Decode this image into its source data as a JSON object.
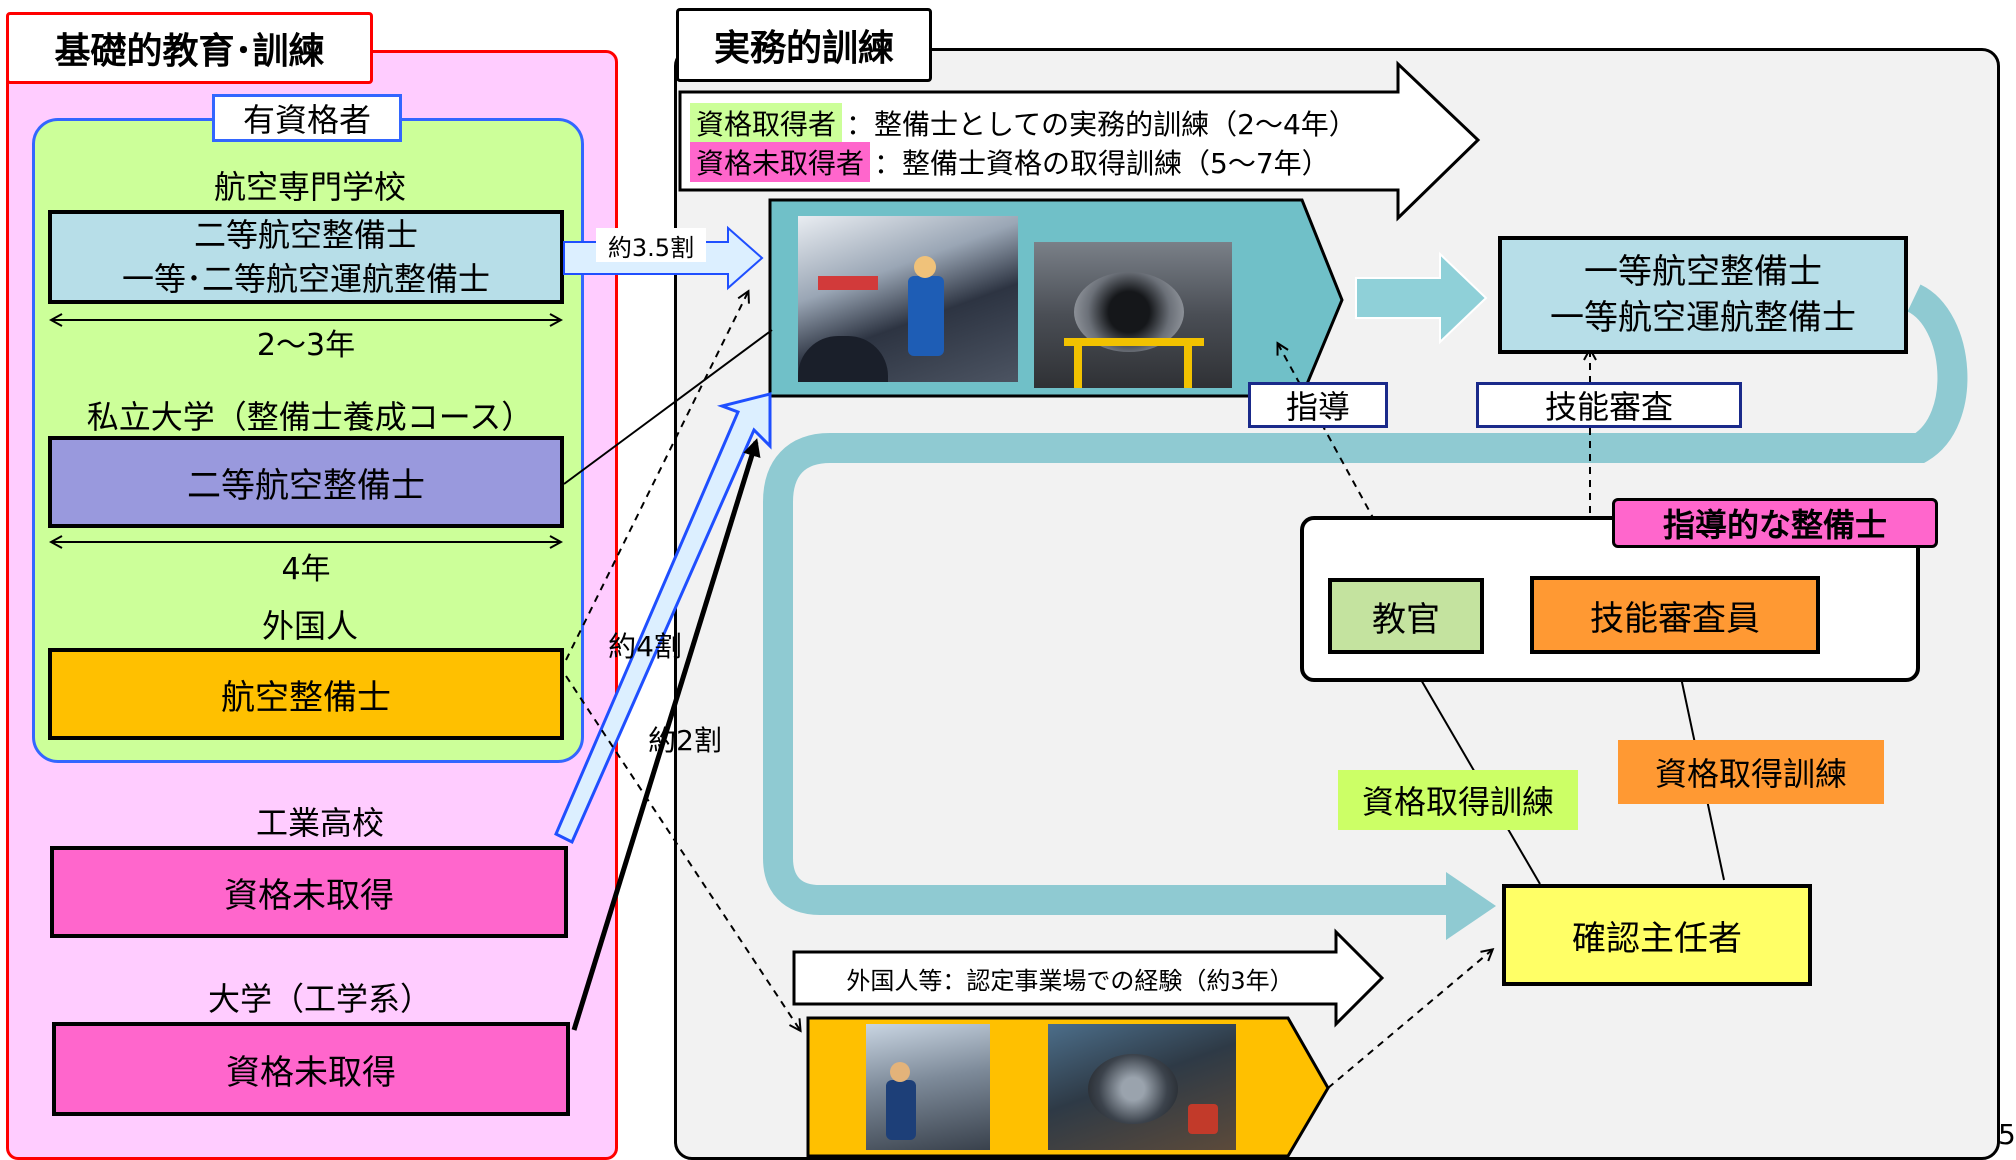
{
  "left_section": {
    "title": "基礎的教育･訓練",
    "qualified_label": "有資格者",
    "aviation_school": {
      "heading": "航空専門学校",
      "box_line1": "二等航空整備士",
      "box_line2": "一等･二等航空運航整備士",
      "duration": "2〜3年"
    },
    "private_university": {
      "heading": "私立大学（整備士養成コース）",
      "box": "二等航空整備士",
      "duration": "4年"
    },
    "foreigner": {
      "heading": "外国人",
      "box": "航空整備士"
    },
    "technical_high_school": {
      "heading": "工業高校",
      "box": "資格未取得"
    },
    "university_engineering": {
      "heading": "大学（工学系）",
      "box": "資格未取得"
    }
  },
  "right_section": {
    "title": "実務的訓練",
    "legend": {
      "qualified_tag": "資格取得者",
      "qualified_text": "：整備士としての実務的訓練（2〜4年）",
      "unqualified_tag": "資格未取得者",
      "unqualified_text": "：整備士資格の取得訓練（5〜7年）"
    },
    "first_class_box_line1": "一等航空整備士",
    "first_class_box_line2": "一等航空運航整備士",
    "guidance_label": "指導",
    "skill_exam_label": "技能審査",
    "instructor_group_label": "指導的な整備士",
    "instructor": "教官",
    "skill_examiner": "技能審査員",
    "training_label_green": "資格取得訓練",
    "training_label_orange": "資格取得訓練",
    "certifying_staff": "確認主任者",
    "foreign_experience": "外国人等：認定事業場での経験（約3年）"
  },
  "ratios": {
    "r35": "約3.5割",
    "r4": "約4割",
    "r2": "約2割"
  },
  "page_number": "5",
  "colors": {
    "pink_panel": "#ffccff",
    "red_border": "#ff0000",
    "green_panel": "#ccff99",
    "light_teal_box": "#b7dee8",
    "purple_box": "#9999dd",
    "orange_box": "#ffc000",
    "magenta_box": "#ff66cc",
    "teal_arrow": "#7fc6cf",
    "yellow_box": "#ffff66",
    "orange_examiner": "#ff9933",
    "green_instructor": "#c4e39f"
  }
}
